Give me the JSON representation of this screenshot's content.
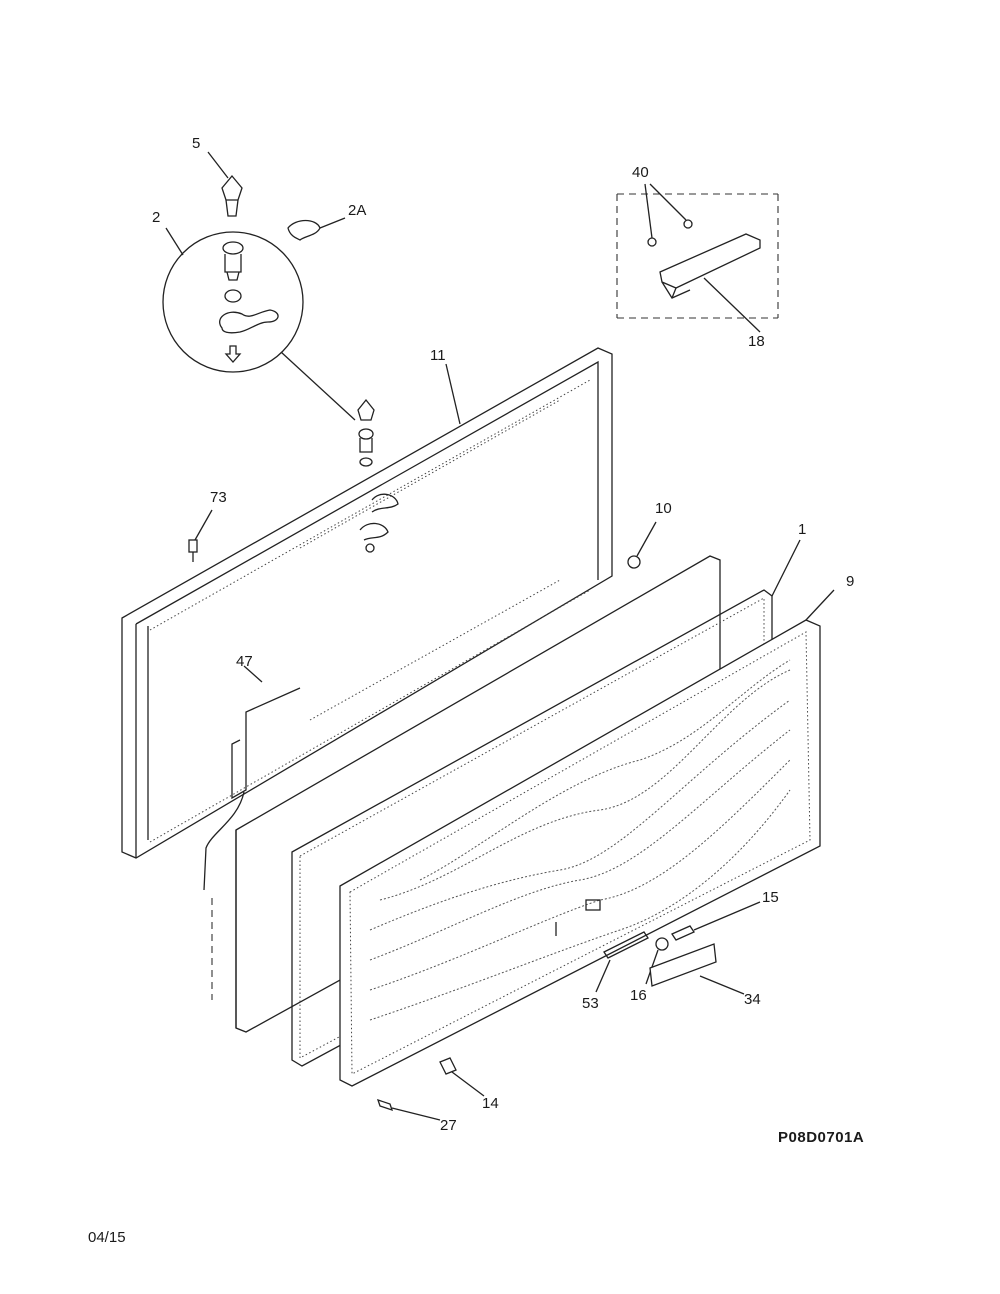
{
  "diagram": {
    "callouts": {
      "p5": "5",
      "p2": "2",
      "p2a": "2A",
      "p40": "40",
      "p18": "18",
      "p11": "11",
      "p73": "73",
      "p10": "10",
      "p1": "1",
      "p9": "9",
      "p47": "47",
      "p15": "15",
      "p53": "53",
      "p16": "16",
      "p34": "34",
      "p14": "14",
      "p27": "27"
    },
    "drawing_code": "P08D0701A",
    "date": "04/15"
  },
  "colors": {
    "line": "#222222",
    "background": "#ffffff"
  }
}
